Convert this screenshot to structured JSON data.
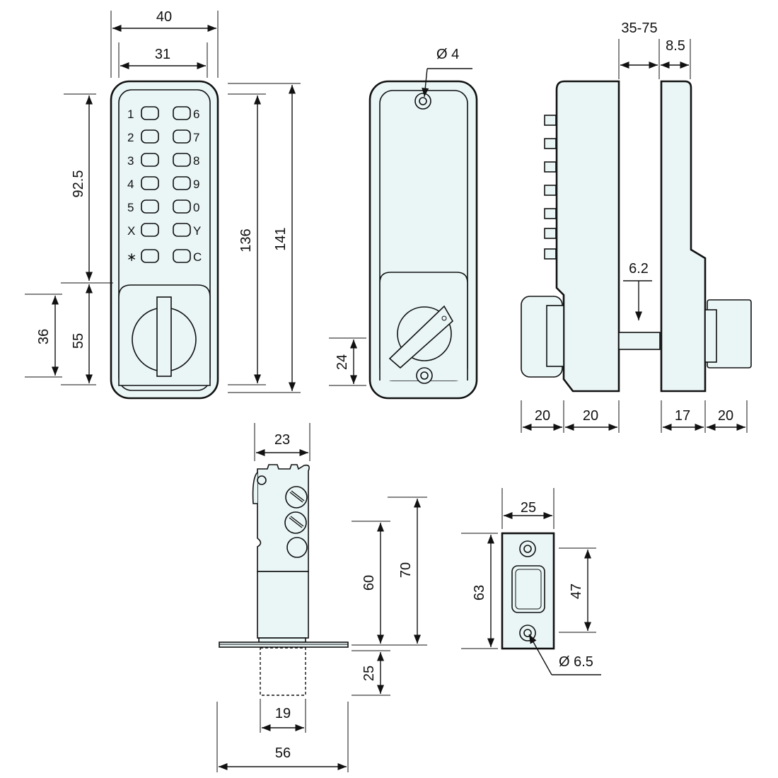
{
  "keypad": {
    "left_keys": [
      "1",
      "2",
      "3",
      "4",
      "5",
      "X",
      "∗"
    ],
    "right_keys": [
      "6",
      "7",
      "8",
      "9",
      "0",
      "Y",
      "C"
    ]
  },
  "dimensions": {
    "front": {
      "width_outer": "40",
      "width_inner": "31",
      "upper_height": "92.5",
      "lower_height": "55",
      "knob_height": "36",
      "body_height": "136",
      "overall_height": "141"
    },
    "back": {
      "hole_diameter": "Ø 4",
      "knob_height": "24"
    },
    "side": {
      "door_range": "35-75",
      "plate_thickness": "8.5",
      "spindle": "6.2",
      "knob_left": "20",
      "body_left": "20",
      "body_right": "17",
      "knob_right": "20"
    },
    "latch": {
      "width": "23",
      "height_60": "60",
      "height_70": "70",
      "bolt_throw": "25",
      "bolt_width": "19",
      "faceplate_width": "56"
    },
    "strike": {
      "width": "25",
      "height": "63",
      "hole_spacing": "47",
      "hole_diameter": "Ø 6.5"
    }
  }
}
